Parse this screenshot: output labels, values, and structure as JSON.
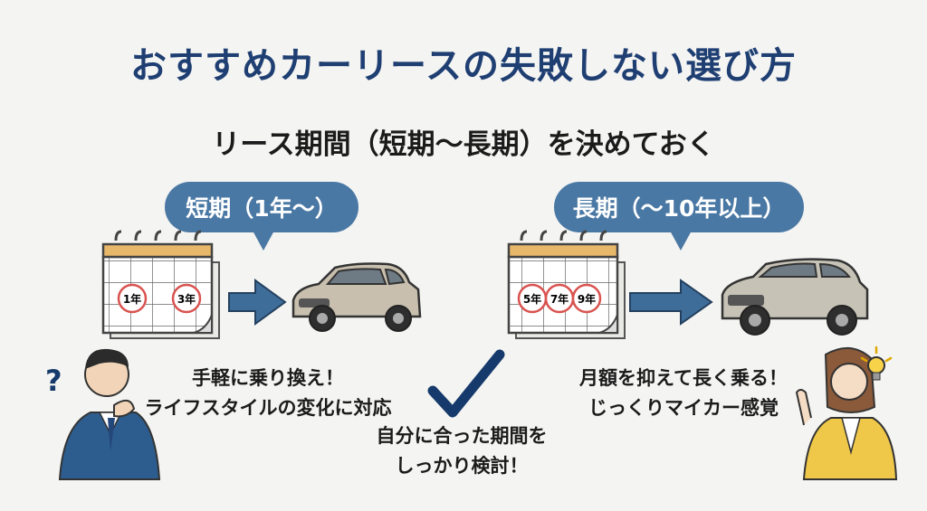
{
  "title": "おすすめカーリースの失敗しない選び方",
  "subtitle": "リース期間（短期〜長期）を決めておく",
  "left": {
    "bubble": "短期（1年〜）",
    "calendar_marks": [
      "1年",
      "3年"
    ],
    "caption_line1": "手軽に乗り換え！",
    "caption_line2": "ライフスタイルの変化に対応"
  },
  "right": {
    "bubble": "長期（〜10年以上）",
    "calendar_marks": [
      "5年",
      "7年",
      "9年"
    ],
    "caption_line1": "月額を抑えて長く乗る！",
    "caption_line2": "じっくりマイカー感覚"
  },
  "center": {
    "caption_line1": "自分に合った期間を",
    "caption_line2": "しっかり検討！"
  },
  "colors": {
    "title": "#1f3f73",
    "bubble": "#4a78a4",
    "arrow": "#3f6d9a",
    "calendar_binding": "#e7b86a",
    "mark_circle": "#d9534f",
    "check": "#163a6b"
  },
  "icons": [
    "calendar-icon",
    "arrow-right-icon",
    "compact-car-icon",
    "suv-icon",
    "checkmark-icon",
    "question-mark-icon",
    "lightbulb-icon"
  ]
}
